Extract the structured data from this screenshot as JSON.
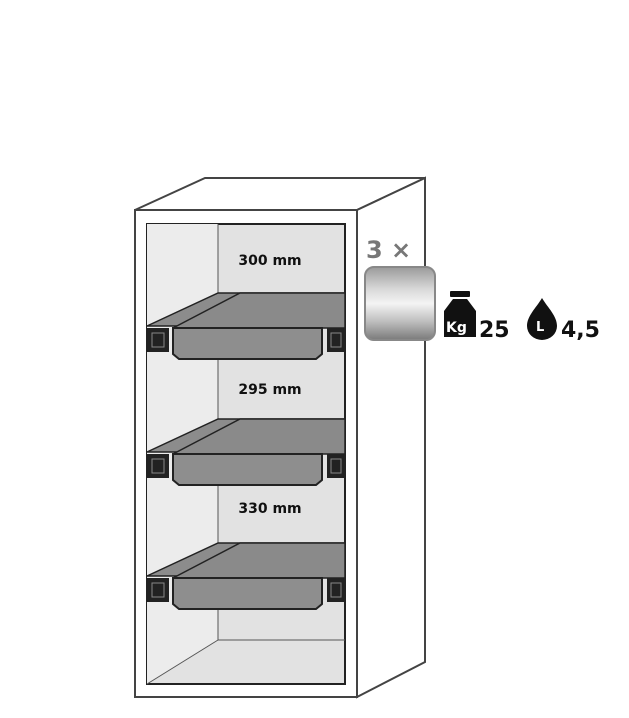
{
  "shelves": [
    {
      "label": "300 mm"
    },
    {
      "label": "295 mm"
    },
    {
      "label": "330 mm"
    }
  ],
  "specs": {
    "quantity": "3 ×",
    "load_unit": "Kg",
    "load_value": "25",
    "volume_unit": "L",
    "volume_value": "4,5"
  },
  "colors": {
    "outline": "#444444",
    "interior": "#e2e2e2",
    "tray": "#8c8c8c",
    "tray_dark": "#6e6e6e"
  }
}
